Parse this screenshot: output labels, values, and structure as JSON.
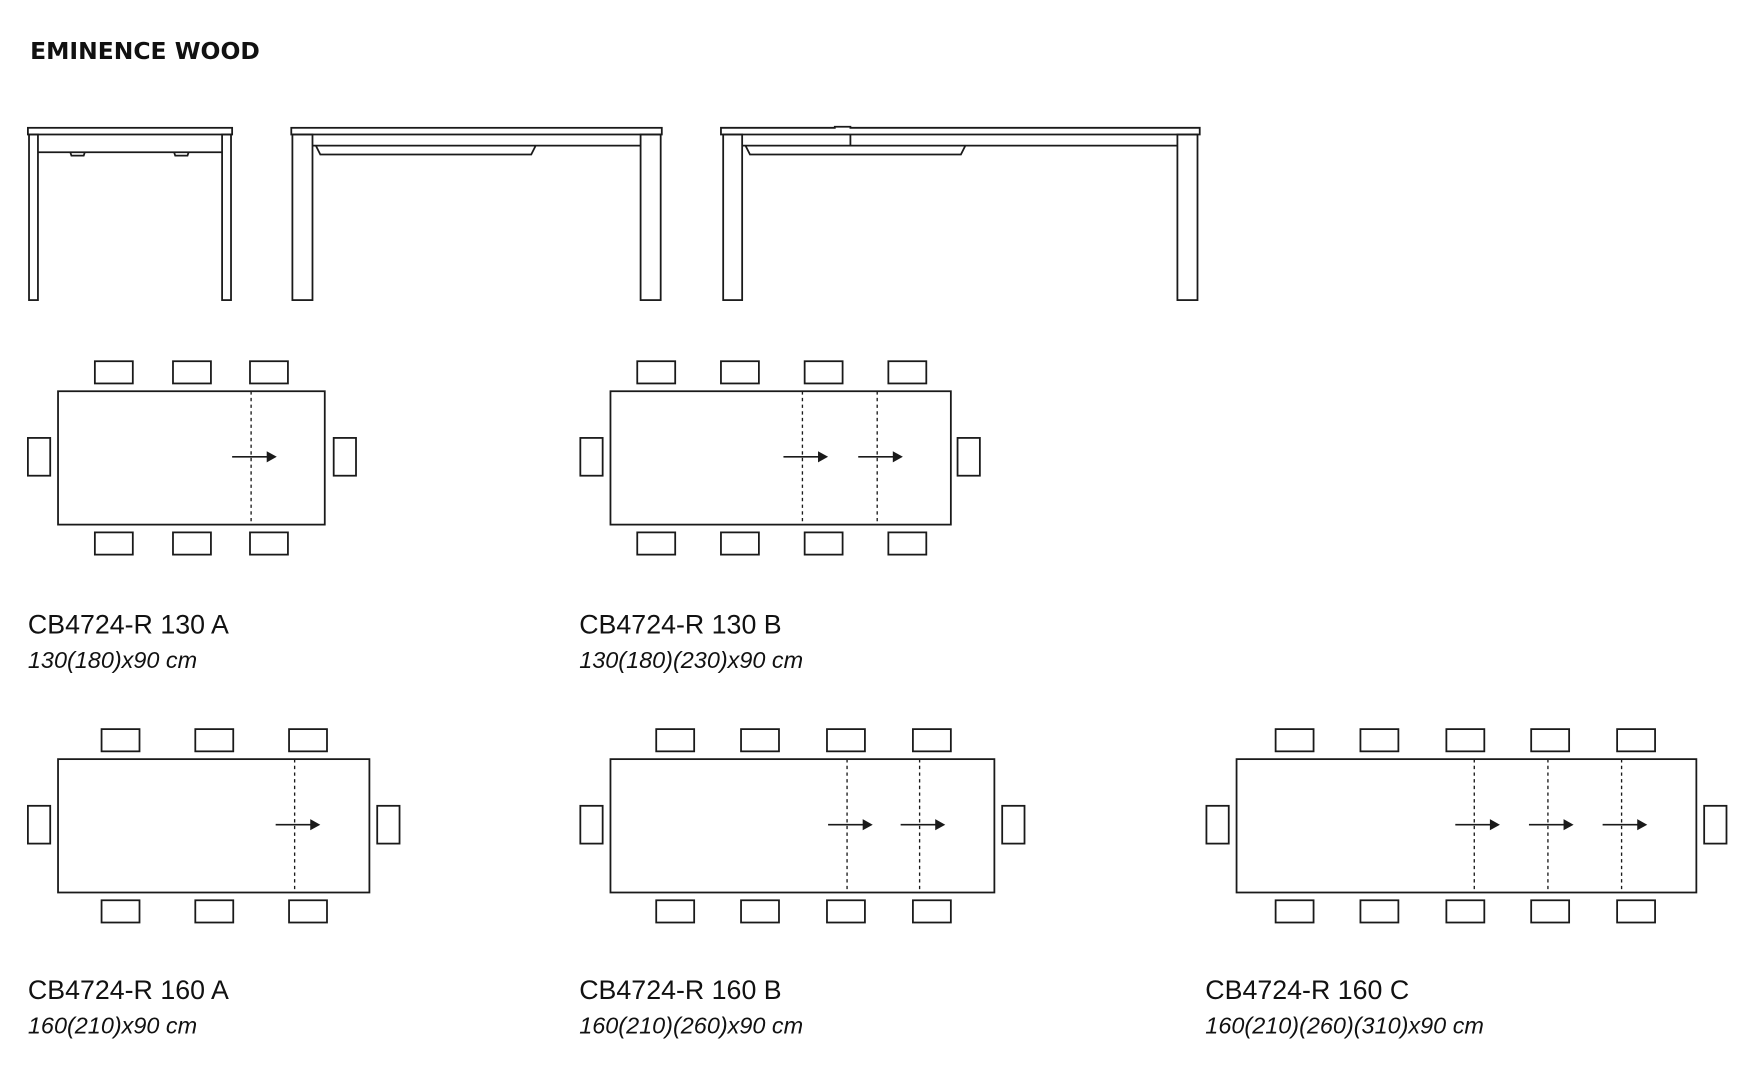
{
  "title": "EMINENCE WOOD",
  "plans": [
    {
      "model": "CB4724-R 130 A",
      "dimensions": "130(180)x90 cm",
      "extension_leaves": 1,
      "chairs_per_long_side": 3
    },
    {
      "model": "CB4724-R 130 B",
      "dimensions": "130(180)(230)x90 cm",
      "extension_leaves": 2,
      "chairs_per_long_side": 4
    },
    {
      "model": "CB4724-R 160 A",
      "dimensions": "160(210)x90 cm",
      "extension_leaves": 1,
      "chairs_per_long_side": 3
    },
    {
      "model": "CB4724-R 160 B",
      "dimensions": "160(210)(260)x90 cm",
      "extension_leaves": 2,
      "chairs_per_long_side": 4
    },
    {
      "model": "CB4724-R 160 C",
      "dimensions": "160(210)(260)(310)x90 cm",
      "extension_leaves": 3,
      "chairs_per_long_side": 5
    }
  ],
  "colors": {
    "line": "#1a1a1a",
    "background": "#ffffff"
  }
}
